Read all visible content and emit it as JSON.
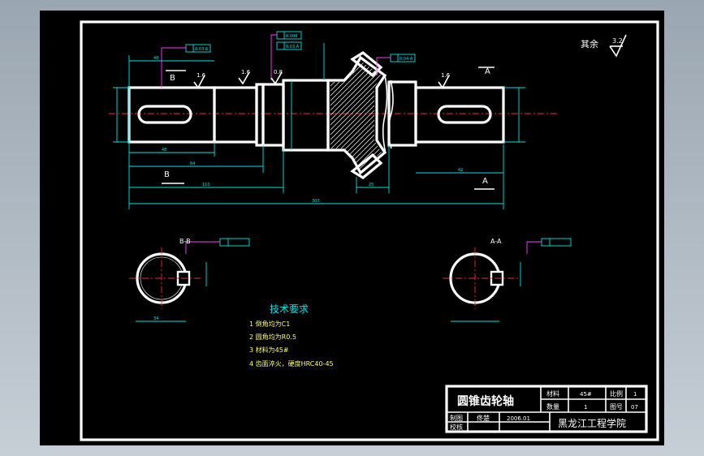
{
  "roughness_note": {
    "label": "其余",
    "value": "3.2"
  },
  "section_labels": {
    "b_top": "B",
    "b_bottom": "B",
    "a_top": "A",
    "a_bottom": "A"
  },
  "section_views": {
    "bb_title": "B-B",
    "aa_title": "A-A"
  },
  "tech_req": {
    "title": "技术要求",
    "items": [
      "1 倒角均为C1",
      "2 圆角均为R0.5",
      "3 材料为45#",
      "4 齿面淬火，硬度HRC40-45"
    ]
  },
  "roughness_marks": [
    "1.6",
    "1.6",
    "0.8",
    "1.6"
  ],
  "title_block": {
    "part_name": "圆锥齿轮轴",
    "material_label": "材料",
    "material_value": "45#",
    "scale_label": "比例",
    "scale_value": "1",
    "qty_label": "数量",
    "qty_value": "1",
    "drawing_no_label": "图号",
    "drawing_no_value": "07",
    "drafted_label": "制图",
    "drafter": "佟楚",
    "date": "2006.01",
    "checked_label": "校核",
    "school": "黑龙江工程学院"
  },
  "colors": {
    "background": "#000000",
    "outline": "#ffffff",
    "dimension": "#00e5e5",
    "centerline": "#ff2a2a",
    "leader": "#ff3cff",
    "annotation": "#ffff66"
  }
}
